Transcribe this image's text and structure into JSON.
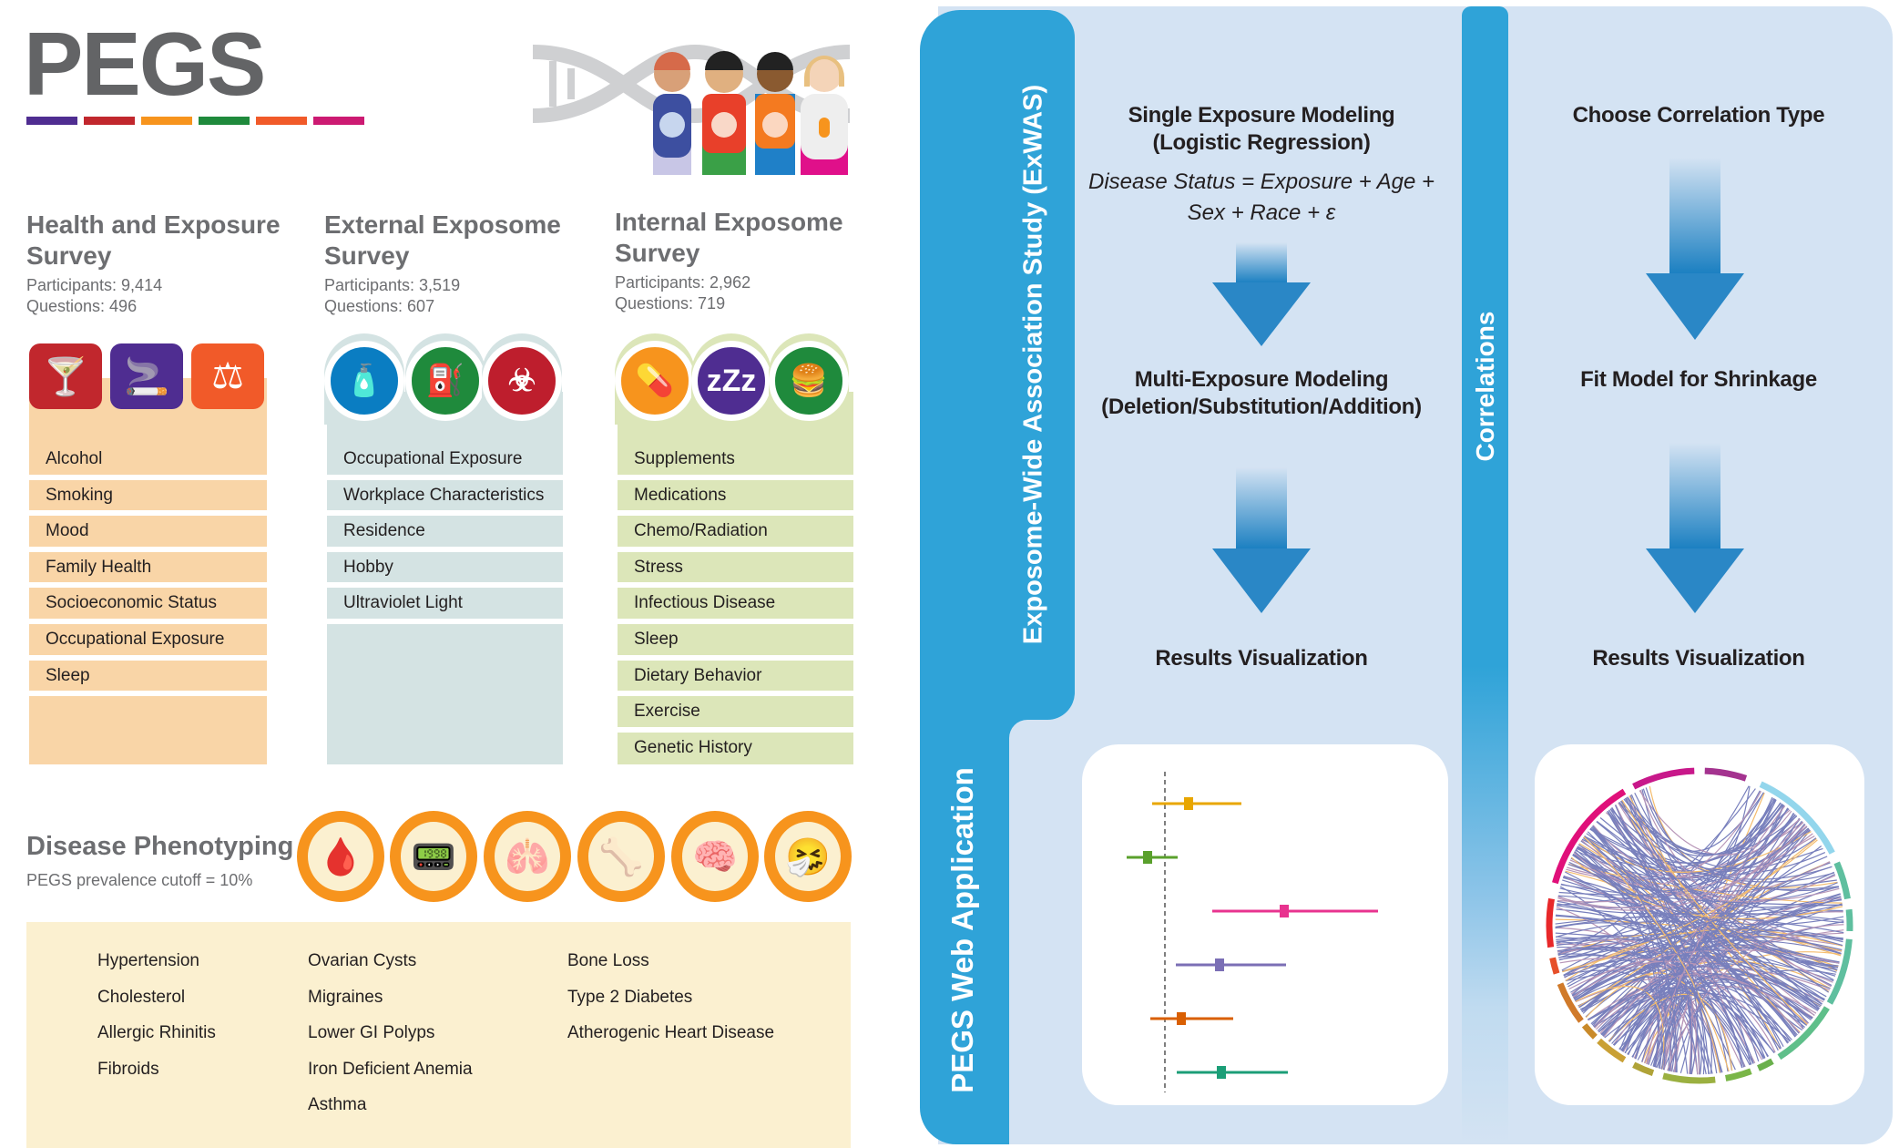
{
  "logo": {
    "title": "PEGS",
    "color_bars": [
      "#4f2d91",
      "#c1272d",
      "#f7941d",
      "#1f8a3c",
      "#f15a29",
      "#cc1a72"
    ]
  },
  "surveys": [
    {
      "title": "Health and Exposure Survey",
      "participants": "Participants: 9,414",
      "questions": "Questions: 496",
      "panel_color": "#f9d5a7",
      "icons": [
        {
          "name": "alcohol-icon",
          "color": "#c1272d",
          "glyph": "🍸"
        },
        {
          "name": "smoking-icon",
          "color": "#4f2d91",
          "glyph": "🚬"
        },
        {
          "name": "scale-icon",
          "color": "#f15a29",
          "glyph": "⚖"
        }
      ],
      "items": [
        "Alcohol",
        "Smoking",
        "Mood",
        "Family Health",
        "Socioeconomic Status",
        "Occupational Exposure",
        "Sleep"
      ]
    },
    {
      "title": "External Exposome Survey",
      "participants": "Participants: 3,519",
      "questions": "Questions: 607",
      "panel_color": "#d4e3e3",
      "icons": [
        {
          "name": "spray-bottle-icon",
          "color": "#0a7dc2",
          "glyph": "🧴"
        },
        {
          "name": "fuel-pump-icon",
          "color": "#1f8a3c",
          "glyph": "⛽"
        },
        {
          "name": "biohazard-icon",
          "color": "#be1e2d",
          "glyph": "☣"
        }
      ],
      "items": [
        "Occupational Exposure",
        "Workplace Characteristics",
        "Residence",
        "Hobby",
        "Ultraviolet Light"
      ]
    },
    {
      "title": "Internal Exposome Survey",
      "participants": "Participants: 2,962",
      "questions": "Questions: 719",
      "panel_color": "#dce6b9",
      "icons": [
        {
          "name": "pill-icon",
          "color": "#f7941d",
          "glyph": "💊"
        },
        {
          "name": "sleep-icon",
          "color": "#4f2d91",
          "glyph": "zZz"
        },
        {
          "name": "fast-food-icon",
          "color": "#1f8a3c",
          "glyph": "🍔"
        }
      ],
      "items": [
        "Supplements",
        "Medications",
        "Chemo/Radiation",
        "Stress",
        "Infectious Disease",
        "Sleep",
        "Dietary Behavior",
        "Exercise",
        "Genetic History"
      ]
    }
  ],
  "disease": {
    "title": "Disease Phenotyping",
    "subtitle": "PEGS prevalence cutoff = 10%",
    "icons": [
      {
        "name": "blood-vessel-icon",
        "glyph": "🩸"
      },
      {
        "name": "glucose-meter-icon",
        "glyph": "📟"
      },
      {
        "name": "lungs-icon",
        "glyph": "🫁"
      },
      {
        "name": "bone-icon",
        "glyph": "🦴"
      },
      {
        "name": "head-migraine-icon",
        "glyph": "🧠"
      },
      {
        "name": "sneeze-icon",
        "glyph": "🤧"
      }
    ],
    "columns": [
      [
        "Hypertension",
        "Cholesterol",
        "Allergic Rhinitis",
        "Fibroids"
      ],
      [
        "Ovarian Cysts",
        "Migraines",
        "Lower GI Polyps",
        "Iron Deficient Anemia",
        "Asthma"
      ],
      [
        "Bone Loss",
        "Type 2 Diabetes",
        "Atherogenic Heart Disease"
      ]
    ]
  },
  "webapp": {
    "tab_label": "PEGS Web Application",
    "exwas": {
      "tab_label": "Exposome-Wide Association Study (ExWAS)",
      "step1_line1": "Single Exposure Modeling",
      "step1_line2": "(Logistic Regression)",
      "formula_line1": "Disease Status = Exposure + Age +",
      "formula_line2": "Sex + Race + ε",
      "step2_line1": "Multi-Exposure Modeling",
      "step2_line2": "(Deletion/Substitution/Addition)",
      "step3": "Results Visualization"
    },
    "correlations": {
      "tab_label": "Correlations",
      "step1": "Choose Correlation Type",
      "step2": "Fit Model for Shrinkage",
      "step3": "Results Visualization"
    },
    "colors": {
      "tab": "#2fa3d8",
      "panel": "#d4e3f3",
      "arrow": "#1a7fc1"
    },
    "forest_colors": [
      "#e8a600",
      "#5aa02c",
      "#e8338f",
      "#7b6fb5",
      "#d95f02",
      "#1b9e77"
    ],
    "chord_colors": [
      "#a4338f",
      "#93d6ec",
      "#5fbf9f",
      "#5fbf9f",
      "#5fbf9f",
      "#5fbf8a",
      "#6ab04c",
      "#7ab648",
      "#9bb040",
      "#b0a338",
      "#c9a035",
      "#c98a2a",
      "#d07a2a",
      "#e6502a",
      "#e8282a",
      "#e0107a",
      "#c8188a"
    ]
  }
}
